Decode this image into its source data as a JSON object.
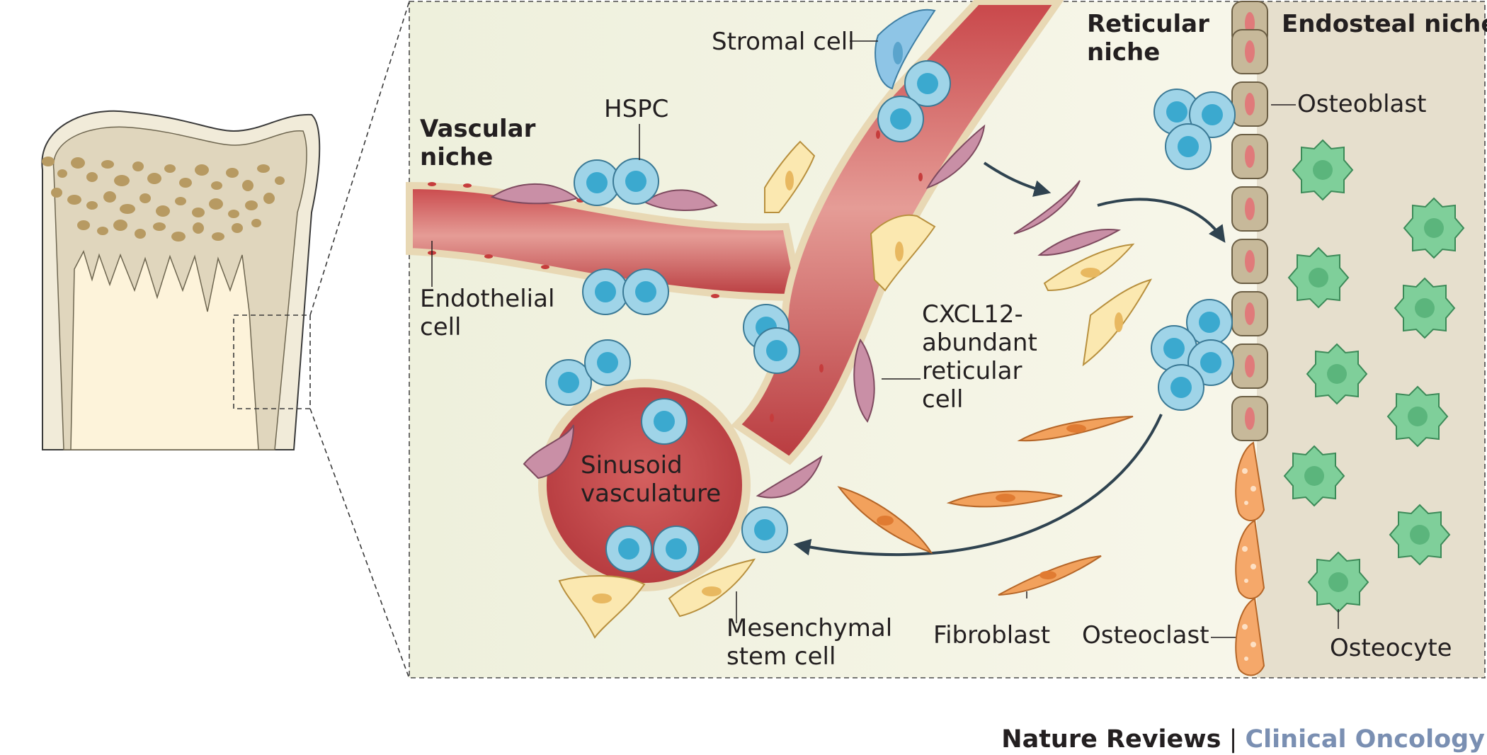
{
  "niches": {
    "vascular": [
      "Vascular",
      "niche"
    ],
    "reticular": [
      "Reticular",
      "niche"
    ],
    "endosteal": "Endosteal niche"
  },
  "labels": {
    "stromal_cell": "Stromal cell",
    "hspc": "HSPC",
    "endothelial": [
      "Endothelial",
      "cell"
    ],
    "cxcl12": [
      "CXCL12-",
      "abundant",
      "reticular",
      "cell"
    ],
    "sinusoid": [
      "Sinusoid",
      "vasculature"
    ],
    "msc": [
      "Mesenchymal",
      "stem cell"
    ],
    "fibroblast": "Fibroblast",
    "osteoclast": "Osteoclast",
    "osteoblast": "Osteoblast",
    "osteocyte": "Osteocyte"
  },
  "credit": {
    "journal": "Nature Reviews",
    "separator": " | ",
    "section": "Clinical Oncology"
  },
  "colors": {
    "vessel": "#c9474a",
    "vessel_light": "#df8a86",
    "vessel_wall": "#e8d8b4",
    "hspc": "#9fd4e8",
    "hspc_nucleus": "#3ba9cf",
    "pericyte": "#c98fa6",
    "msc": "#fbe8b0",
    "fibroblast": "#f2a15c",
    "osteoclast": "#f5a86a",
    "osteoblast": "#c7b99a",
    "osteocyte": "#7fcf9a",
    "stromal": "#8ec5e6",
    "background_inset": "#f2f2e0",
    "bone_region": "#e4ddcb",
    "credit_section": "#7a8fb2"
  }
}
